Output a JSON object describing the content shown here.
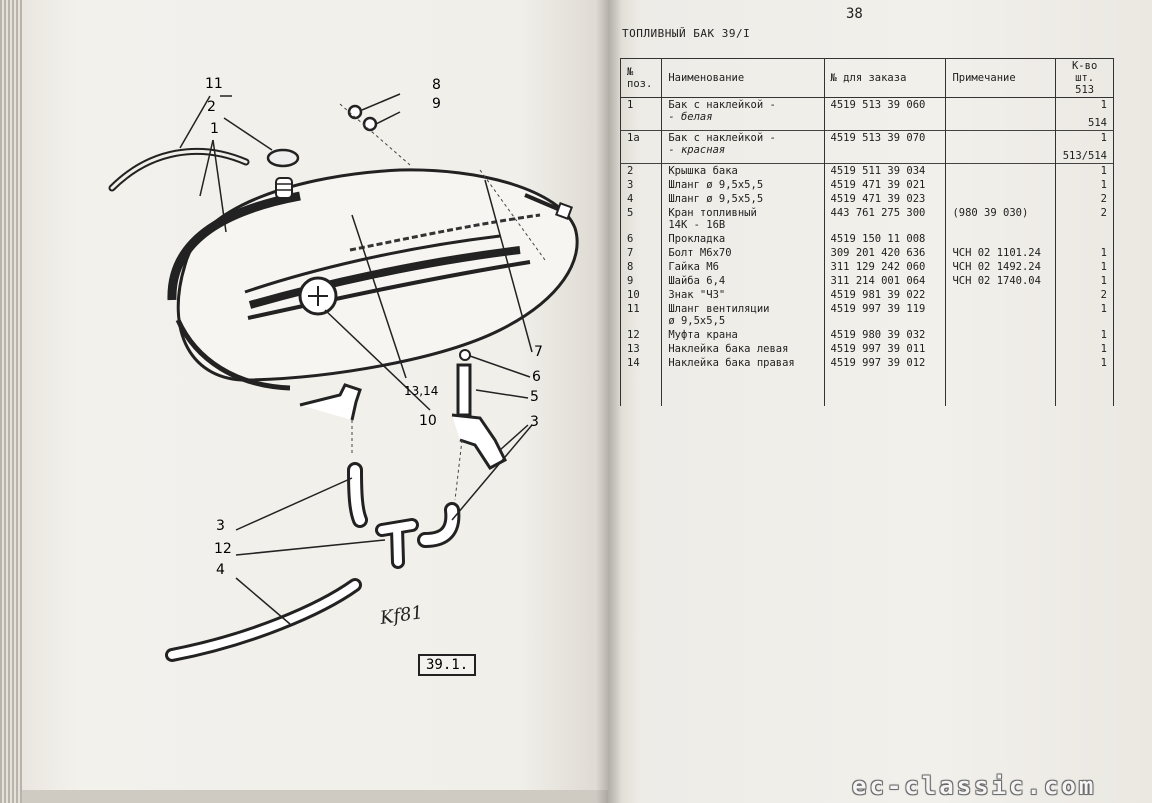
{
  "page_number": "38",
  "section_title": "ТОПЛИВНЫЙ БАК 39/I",
  "figure": {
    "label": "39.1.",
    "signature": "Kf81",
    "callouts": [
      "11",
      "2",
      "1",
      "8",
      "9",
      "7",
      "6",
      "5",
      "3",
      "13,14",
      "10",
      "3",
      "12",
      "4"
    ]
  },
  "table": {
    "headers": {
      "pos": "№\nпоз.",
      "name": "Наименование",
      "order": "№ для заказа",
      "note": "Примечание",
      "qty": "К-во шт.\n513"
    },
    "rows": [
      {
        "pos": "1",
        "name": "Бак с наклейкой -",
        "name2": "- белая",
        "order": "4519 513 39 060",
        "note": "",
        "qty": "1",
        "qty2": "514",
        "sep": true
      },
      {
        "pos": "1а",
        "name": "Бак с наклейкой -",
        "name2": "- красная",
        "order": "4519 513 39 070",
        "note": "",
        "qty": "1",
        "qty2": "513/514",
        "sep": true
      },
      {
        "pos": "2",
        "name": "Крышка бака",
        "order": "4519 511 39 034",
        "note": "",
        "qty": "1",
        "sep": true
      },
      {
        "pos": "3",
        "name": "Шланг ø 9,5x5,5",
        "order": "4519 471 39 021",
        "note": "",
        "qty": "1"
      },
      {
        "pos": "4",
        "name": "Шланг ø 9,5x5,5",
        "order": "4519 471 39 023",
        "note": "",
        "qty": "2"
      },
      {
        "pos": "5",
        "name": "Кран топливный",
        "name2": "14К - 16В",
        "order": "443 761 275 300",
        "note": "(980 39 030)",
        "qty": "2"
      },
      {
        "pos": "6",
        "name": "Прокладка",
        "order": "4519 150 11 008",
        "note": "",
        "qty": ""
      },
      {
        "pos": "7",
        "name": "Болт М6х70",
        "order": "309 201 420 636",
        "note": "ЧСН 02 1101.24",
        "qty": "1"
      },
      {
        "pos": "8",
        "name": "Гайка М6",
        "order": "311 129 242 060",
        "note": "ЧСН 02 1492.24",
        "qty": "1"
      },
      {
        "pos": "9",
        "name": "Шайба 6,4",
        "order": "311 214 001 064",
        "note": "ЧСН 02 1740.04",
        "qty": "1"
      },
      {
        "pos": "10",
        "name": "Знак \"ЧЗ\"",
        "order": "4519 981 39 022",
        "note": "",
        "qty": "2"
      },
      {
        "pos": "11",
        "name": "Шланг вентиляции",
        "name2": "ø 9,5x5,5",
        "order": "4519 997 39 119",
        "note": "",
        "qty": "1"
      },
      {
        "pos": "12",
        "name": "Муфта крана",
        "order": "4519 980 39 032",
        "note": "",
        "qty": "1"
      },
      {
        "pos": "13",
        "name": "Наклейка бака левая",
        "order": "4519 997 39 011",
        "note": "",
        "qty": "1"
      },
      {
        "pos": "14",
        "name": "Наклейка бака правая",
        "order": "4519 997 39 012",
        "note": "",
        "qty": "1"
      }
    ]
  },
  "watermark": "ec-classic.com",
  "colors": {
    "paper": "#f1efea",
    "ink": "#222222"
  }
}
